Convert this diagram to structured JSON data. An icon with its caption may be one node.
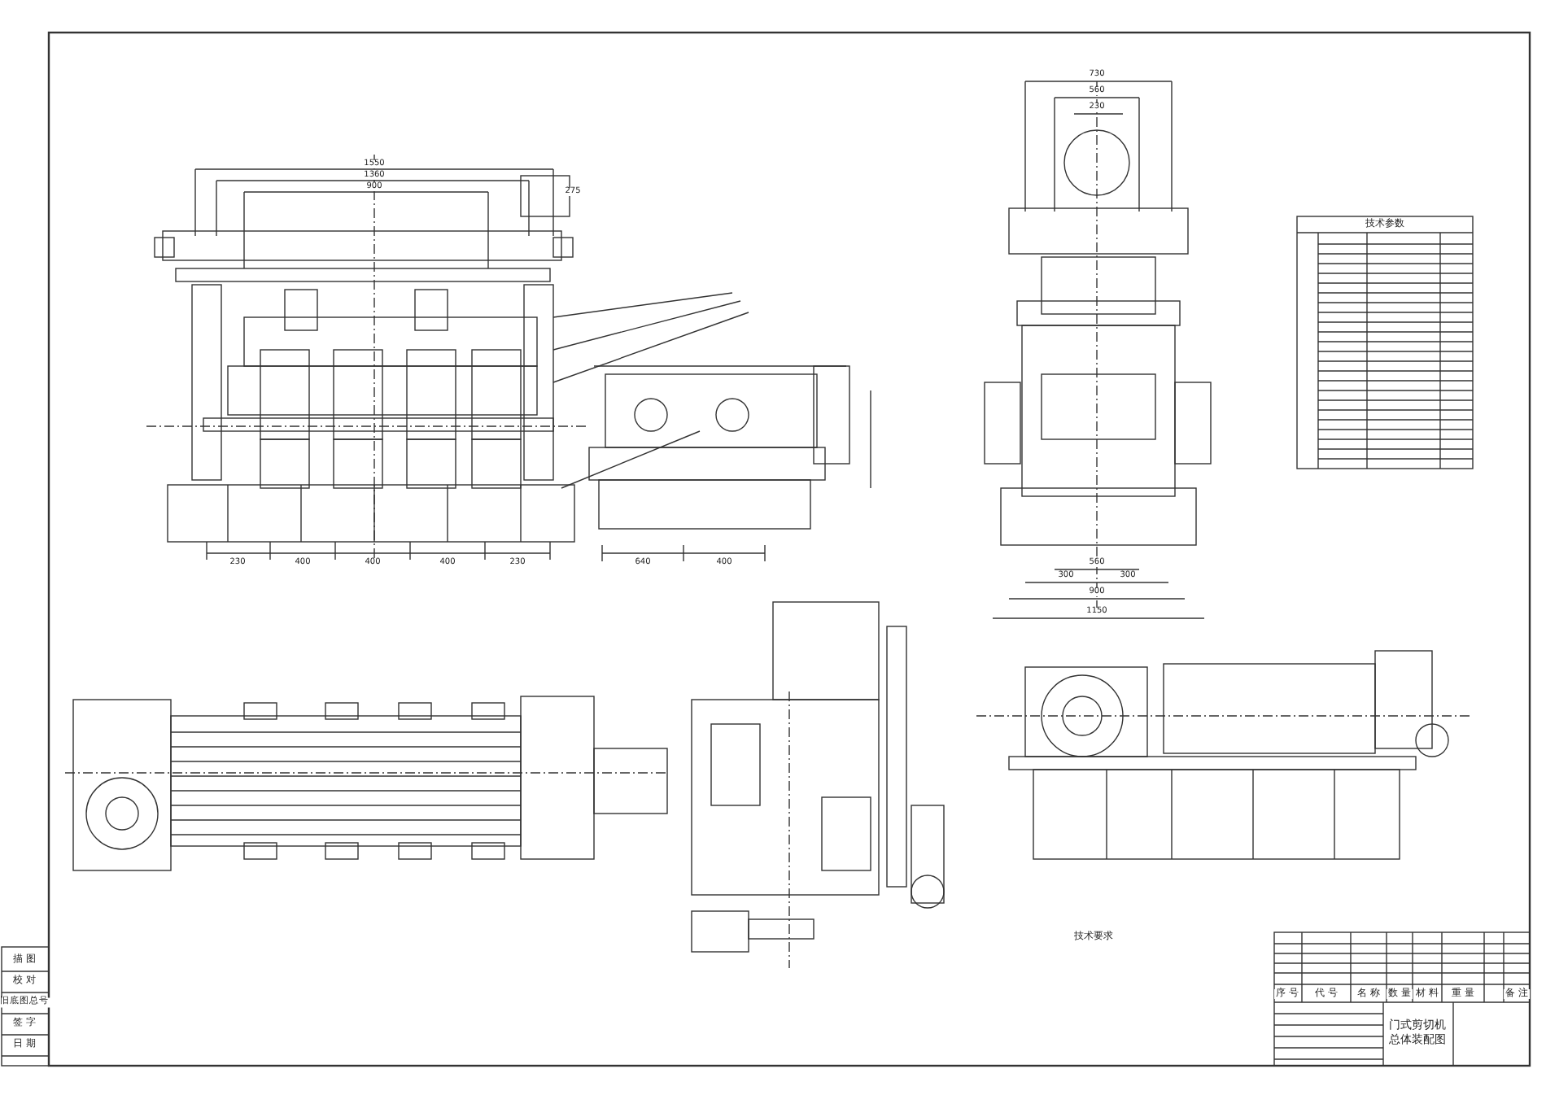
{
  "diagram": {
    "title": "门式剪切机总体装配图",
    "labels": [
      "1550",
      "1360",
      "900",
      "275",
      "230",
      "400",
      "400",
      "400",
      "230",
      "640",
      "400",
      "730",
      "560",
      "230",
      "560",
      "300",
      "300",
      "900",
      "1150",
      "技术参数",
      "技术要求",
      "序 号",
      "代 号",
      "名 称",
      "数 量",
      "材 料",
      "重 量",
      "备 注",
      "描 图",
      "校 对",
      "旧底图总号",
      "签 字",
      "日 期"
    ]
  }
}
